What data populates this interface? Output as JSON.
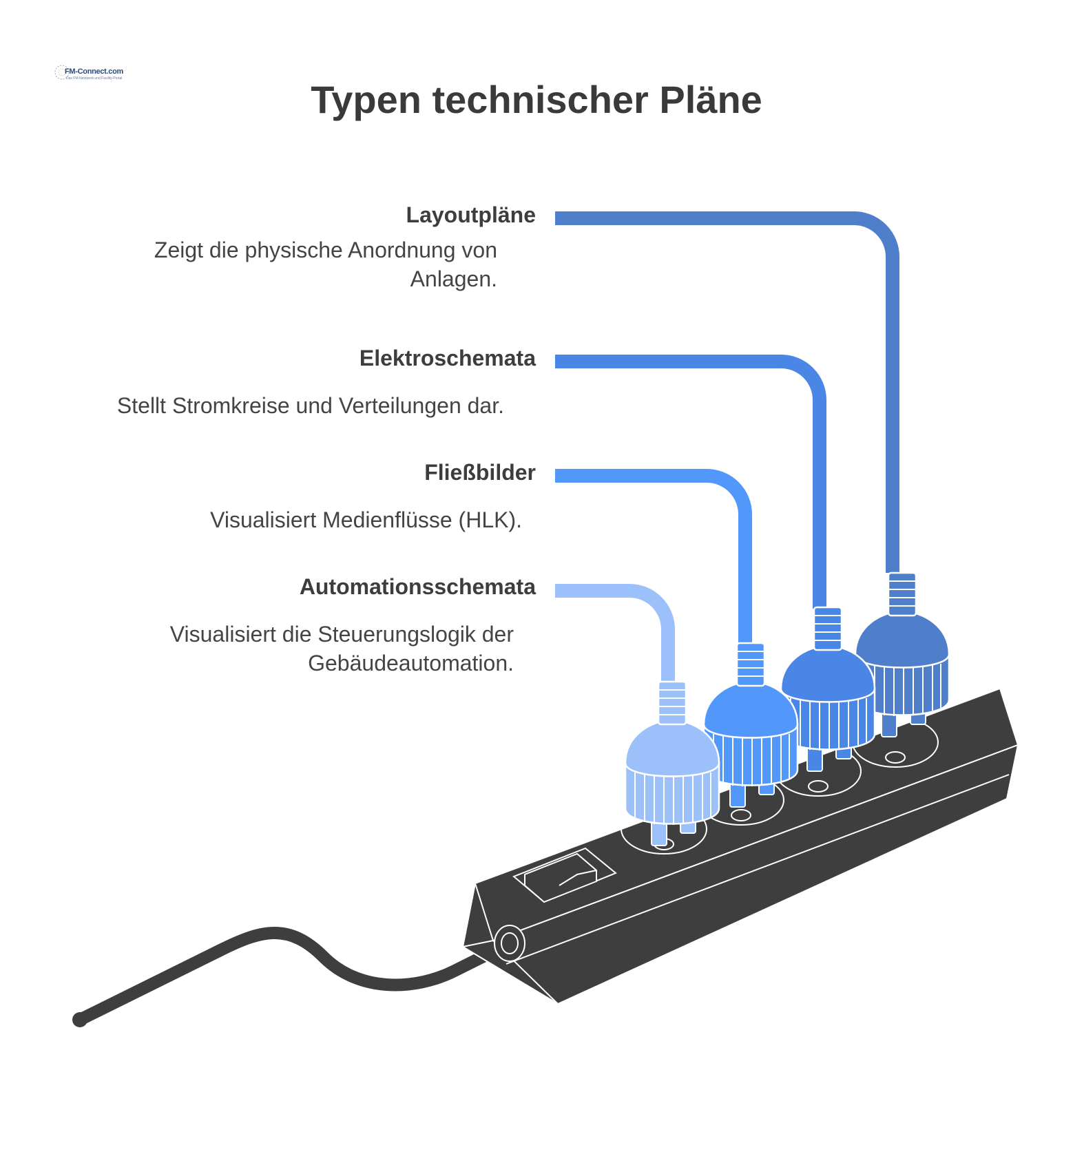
{
  "logo": {
    "text": "FM-Connect.com",
    "sub": "Das FM-Netzwerk und Facility-Portal"
  },
  "title": "Typen technischer Pläne",
  "items": [
    {
      "heading": "Layoutpläne",
      "desc_line1": "Zeigt die physische Anordnung von",
      "desc_line2": "Anlagen.",
      "color": "#4F7FCB"
    },
    {
      "heading": "Elektroschemata",
      "desc_line1": "Stellt Stromkreise und Verteilungen dar.",
      "desc_line2": "",
      "color": "#4A86E6"
    },
    {
      "heading": "Fließbilder",
      "desc_line1": "Visualisiert Medienflüsse (HLK).",
      "desc_line2": "",
      "color": "#5198FA"
    },
    {
      "heading": "Automationsschemata",
      "desc_line1": "Visualisiert die Steuerungslogik der",
      "desc_line2": "Gebäudeautomation.",
      "color": "#9BC0FA"
    }
  ],
  "colors": {
    "strip": "#3E3E3E",
    "outline": "#ffffff",
    "text_dark": "#3a3a3a"
  }
}
